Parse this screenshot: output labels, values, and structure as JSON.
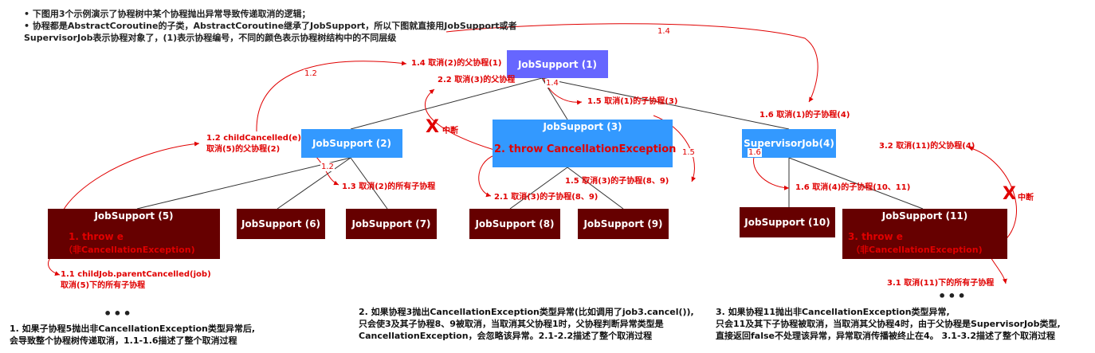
{
  "intro": {
    "line1": "• 下图用3个示例演示了协程树中某个协程抛出异常导致传递取消的逻辑；",
    "line2": "• 协程都是AbstractCoroutine的子类，AbstractCoroutine继承了JobSupport，所以下图就直接用JobSupport或者",
    "line3": "SupervisorJob表示协程对象了，(1)表示协程编号，不同的颜色表示协程树结构中的不同层级"
  },
  "nodes": {
    "n1": "JobSupport (1)",
    "n2": "JobSupport (2)",
    "n3": "JobSupport (3)",
    "n4": "SupervisorJob(4)",
    "n5": "JobSupport (5)",
    "n6": "JobSupport (6)",
    "n7": "JobSupport (7)",
    "n8": "JobSupport (8)",
    "n9": "JobSupport (9)",
    "n10": "JobSupport (10)",
    "n11": "JobSupport (11)"
  },
  "inner": {
    "n5_a": "1. throw e",
    "n5_b": "（非CancellationException)",
    "n3": "2. throw  CancellationException",
    "n11_a": "3. throw e",
    "n11_b": "（非CancellationException)"
  },
  "annotations": {
    "a14": "1.4 取消(2)的父协程(1)",
    "a22": "2.2 取消(3)的父协程",
    "a15top": "1.5 取消(1)的子协程(3)",
    "a16top": "1.6 取消(1)的子协程(4)",
    "a12a": "1.2 childCancelled(e)",
    "a12b": "取消(5)的父协程(2)",
    "a13": "1.3 取消(2)的所有子协程",
    "a21": "2.1 取消(3)的子协程(8、9)",
    "a15b": "1.5 取消(3)的子协程(8、9)",
    "a32": "3.2 取消(11)的父协程(4)",
    "a16b": "1.6 取消(4)的子协程(10、11)",
    "a11a": "1.1 childJob.parentCancelled(job)",
    "a11b": "取消(5)下的所有子协程",
    "a31": "3.1 取消(11)下的所有子协程",
    "x_mid": "中断",
    "x_right": "中断"
  },
  "steps": {
    "s14top": "1.4",
    "s12": "1.2",
    "s14mid": "1.4",
    "s15": "1.5",
    "s12b": "1.2",
    "s16": "1.6"
  },
  "notes": {
    "n1_l1": "1. 如果子协程5抛出非CancellationException类型异常后,",
    "n1_l2": "会导致整个协程树传递取消，1.1-1.6描述了整个取消过程",
    "n2_l1": "2. 如果协程3抛出CancellationException类型异常(比如调用了job3.cancel()),",
    "n2_l2": "只会使3及其子协程8、9被取消，当取消其父协程1时，父协程判断异常类型是",
    "n2_l3": "CancellationException，会忽略该异常。2.1-2.2描述了整个取消过程",
    "n3_l1": "3. 如果协程11抛出非CancellationException类型异常,",
    "n3_l2": "只会11及其下子协程被取消，当取消其父协程4时，由于父协程是SupervisorJob类型,",
    "n3_l3": "直接返回false不处理该异常，异常取消传播被终止在4。 3.1-3.2描述了整个取消过程"
  },
  "dots_1": "•••",
  "dots_2": "•••",
  "colors": {
    "level1": "#6666ff",
    "level2": "#3399ff",
    "level3": "#660000",
    "red": "#e00000"
  }
}
